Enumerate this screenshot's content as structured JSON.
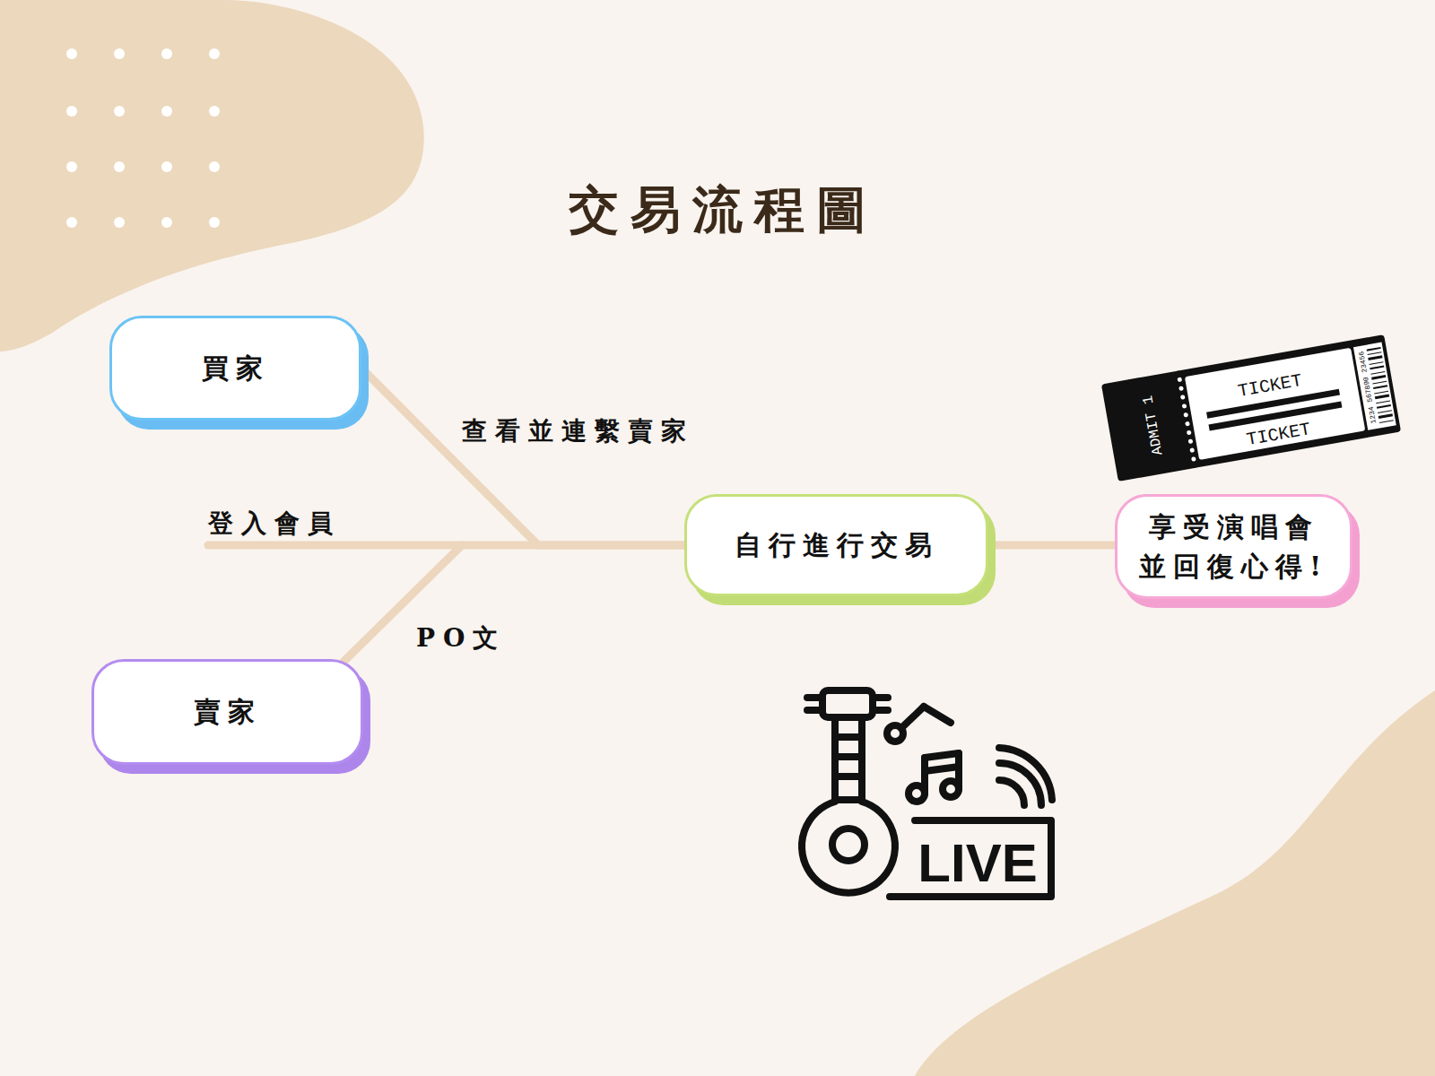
{
  "diagram": {
    "title": "交易流程圖",
    "nodes": [
      {
        "text": [
          "買家"
        ]
      },
      {
        "text": [
          "賣家"
        ]
      },
      {
        "text": [
          "自行進行交易"
        ]
      },
      {
        "text": [
          "享受演唱會 並回復心得!"
        ]
      }
    ],
    "edges": [
      {
        "from": 0,
        "to": 2,
        "label": "查看並連繫賣家",
        "arrow": "none"
      },
      {
        "from": 1,
        "to": 2,
        "label": "PO文",
        "arrow": "none"
      },
      {
        "from": 2,
        "to": 3,
        "arrow": "none"
      }
    ],
    "labels": [
      "登入會員",
      "TICKET",
      "TICKET",
      "ADMIT 1",
      "1234 567890 23456",
      "LIVE"
    ]
  }
}
